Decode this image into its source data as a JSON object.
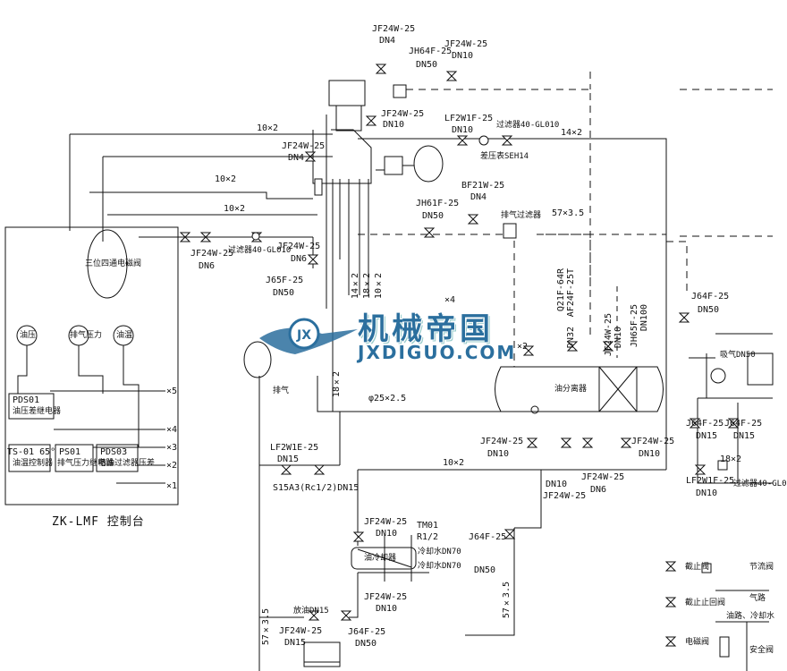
{
  "watermark": {
    "cn": "机械帝国",
    "en": "JXDIGUO.COM"
  },
  "panel_title": "ZK-LMF 控制台",
  "labels": {
    "jf24w_25_a": "JF24W-25",
    "dn4_a": "DN4",
    "jh64f_25": "JH64F-25",
    "dn50_a": "DN50",
    "jf24w_25_b": "JF24W-25",
    "dn10_a": "DN10",
    "jf24w_25_c": "JF24W-25",
    "dn10_b": "DN10",
    "lf2w1f_25_a": "LF2W1F-25",
    "dn10_c": "DN10",
    "filter_gl010_a": "过滤器40-GL010",
    "seh_a": "差压表SEH14",
    "pipe_14x2": "14×2",
    "jf24w_25_d": "JF24W-25",
    "dn4_b": "DN4",
    "pipe_10x2_a": "10×2",
    "pipe_10x2_b": "10×2",
    "pipe_10x2_c": "10×2",
    "jh61f_25": "JH61F-25",
    "dn50_b": "DN50",
    "bf21w_25": "BF21W-25",
    "dn4_c": "DN4",
    "pipe_57x35_a": "57×3.5",
    "jf24w_25_e": "JF24W-25",
    "dn6_a": "DN6",
    "filter_gl010_b": "过滤器40-GL010",
    "jf24w_25_f": "JF24W-25",
    "dn6_b": "DN6",
    "j65f_25": "J65F-25",
    "dn50_c": "DN50",
    "pipe_14x2_v": "14×2",
    "pipe_18x2_v": "18×2",
    "pipe_10x2_v": "10×2",
    "x4_a": "×4",
    "pipe_18x2_b": "18×2",
    "pipe_25x25": "φ25×2.5",
    "oil_tank": "油分离器",
    "j64f_25_a": "J64F-25",
    "dn50_d": "DN50",
    "pipe_dn50": "DN50",
    "j64f_25_b": "J64F-25",
    "dn15_a": "DN15",
    "j64f_25_c": "J64F-25",
    "dn15_b": "DN15",
    "lf2w1f_25_b": "LF2W1F-25",
    "dn10_d": "DN10",
    "pipe_18x2_c": "18×2",
    "filter_gl_c": "过滤器40-GL0",
    "pds01": "PDS01",
    "pds01_sub": "油压差继电器",
    "ts01": "TS-01 65°",
    "ts01_sub": "油温控制器",
    "ps01": "PS01",
    "ps01_sub": "排气压力继电器",
    "pds03": "PDS03",
    "pds03_sub": "精油过滤器压差",
    "oil_cooler_panel": "三位四通电磁阀",
    "gauge_1": "油压",
    "gauge_2": "排气压力",
    "gauge_3": "油温",
    "x5": "×5",
    "x4": "×4",
    "x3": "×3",
    "x2": "×2",
    "x1": "×1",
    "lf2w1e_25": "LF2W1E-25",
    "dn15_c": "DN15",
    "s15a3": "S15A3(Rc1/2)DN15",
    "pipe_10x2_d": "10×2",
    "dn10_e": "DN10",
    "jf24w_25_g": "JF24W-25",
    "jf24w_25_h": "JF24W-25",
    "dn10_f": "DN10",
    "jf24w_25_i": "JF24W-25",
    "dn6_c": "DN6",
    "jf24w_25_j": "JF24W-25",
    "dn10_g": "DN10",
    "jf24w_25_k": "JF24W-25",
    "dn10_h": "DN10",
    "tm01": "TM01",
    "r12": "R1/2",
    "oil_cooler": "油冷却器",
    "cool_in": "冷却水DN70",
    "cool_out": "冷却水DN70",
    "j64f_25_d": "J64F-25",
    "dn50_e": "DN50",
    "pipe_57x35_b": "57×3.5",
    "pipe_57x35_c": "57×3.5",
    "jf24w_25_l": "JF24W-25",
    "dn10_i": "DN10",
    "jf24w_25_m": "JF24W-25",
    "dn15_d": "DN15",
    "j64f_25_e": "J64F-25",
    "dn50_f": "DN50",
    "drain_dn15": "放油DN15",
    "v_label_1": "Q21F-64R",
    "v_label_2": "AF24F-25T",
    "v_label_3": "DN32",
    "v_label_4": "JF24W-25",
    "v_label_5": "DN10",
    "v_label_6": "JH65F-25",
    "v_label_7": "DN100",
    "vapor": "排气",
    "legend_1": "截止阀",
    "legend_2": "节流阀",
    "legend_3": "截止止回阀",
    "legend_4": "气路",
    "legend_5": "电磁阀",
    "legend_6": "安全阀",
    "legend_7": "油路、冷却水",
    "exh_filter": "排气过滤器",
    "x2_small": "×2",
    "suction_dn50": "吸气DN50"
  }
}
